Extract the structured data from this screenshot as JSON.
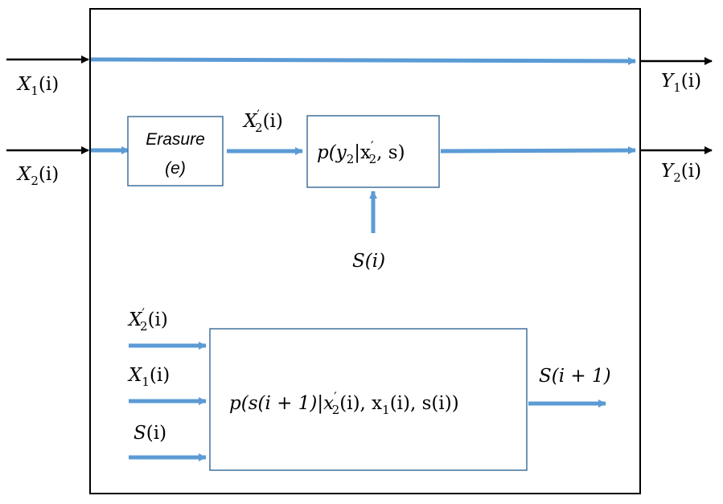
{
  "inputs": {
    "x1": {
      "base": "X",
      "sub": "1",
      "arg": "(i)"
    },
    "x2": {
      "base": "X",
      "sub": "2",
      "arg": "(i)"
    }
  },
  "outputs": {
    "y1": {
      "base": "Y",
      "sub": "1",
      "arg": "(i)"
    },
    "y2": {
      "base": "Y",
      "sub": "2",
      "arg": "(i)"
    }
  },
  "erasure_block": {
    "line1": "Erasure",
    "line2": "(e)"
  },
  "x2prime_label": {
    "base": "X",
    "prime": "′",
    "sub": "2",
    "arg": "(i)"
  },
  "channel_block": {
    "pre": "p(y",
    "sub1": "2",
    "mid": "|x",
    "prime": "′",
    "sub2": "2",
    "post": ", s)"
  },
  "state_input_label": "S(i)",
  "state_block": {
    "text_a": "p(s(i + 1)|x",
    "prime": "′",
    "sub2": "2",
    "text_b": "(i), x",
    "sub1": "1",
    "text_c": "(i), s(i))",
    "inputs": [
      {
        "base": "X",
        "prime": "′",
        "sub": "2",
        "arg": "(i)"
      },
      {
        "base": "X",
        "prime": "",
        "sub": "1",
        "arg": "(i)"
      },
      {
        "base": "S",
        "prime": "",
        "sub": "",
        "arg": "(i)"
      }
    ],
    "output_label": "S(i + 1)"
  },
  "colors": {
    "arrow_blue": "#5b9bd5",
    "box_border": "#41719c",
    "line_black": "#000000"
  }
}
